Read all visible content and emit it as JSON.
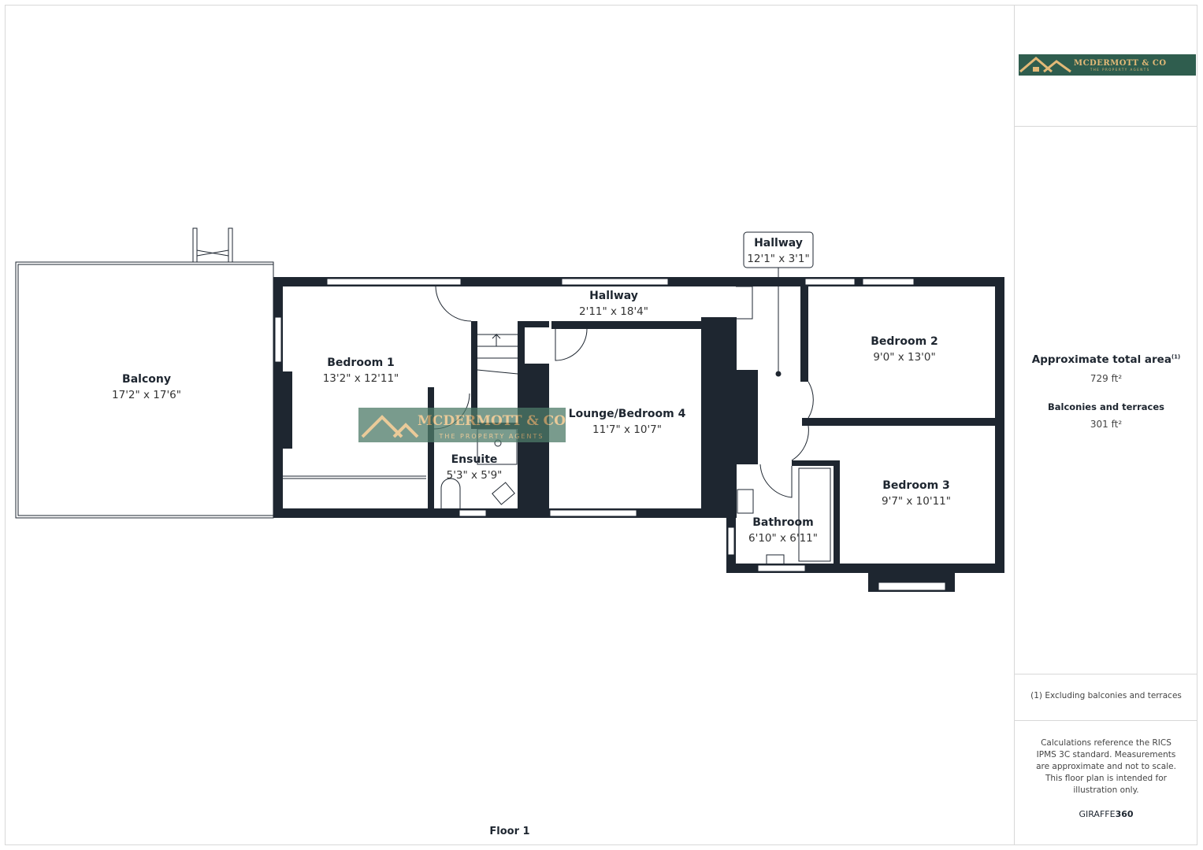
{
  "brand": {
    "name": "MCDERMOTT & CO",
    "tagline": "THE PROPERTY AGENTS",
    "colors": {
      "background": "#2f5d4e",
      "gold": "#e3b977"
    }
  },
  "plan": {
    "floor_label": "Floor 1",
    "wall_color": "#1e2630",
    "rooms": [
      {
        "name": "Balcony",
        "size": "17'2\" x 17'6\""
      },
      {
        "name": "Bedroom 1",
        "size": "13'2\" x 12'11\""
      },
      {
        "name": "Hallway",
        "size": "2'11\" x 18'4\""
      },
      {
        "name": "Lounge/Bedroom 4",
        "size": "11'7\" x 10'7\""
      },
      {
        "name": "Ensuite",
        "size": "5'3\" x 5'9\""
      },
      {
        "name": "Hallway",
        "size": "12'1\" x 3'1\""
      },
      {
        "name": "Bedroom 2",
        "size": "9'0\" x 13'0\""
      },
      {
        "name": "Bedroom 3",
        "size": "9'7\" x 10'11\""
      },
      {
        "name": "Bathroom",
        "size": "6'10\" x 6'11\""
      }
    ]
  },
  "summary": {
    "total_label": "Approximate total area",
    "total_footnote_mark": "(1)",
    "total_value": "729 ft²",
    "balconies_label": "Balconies and terraces",
    "balconies_value": "301 ft²",
    "footnote": "(1) Excluding balconies and terraces",
    "disclaimer": "Calculations reference the RICS IPMS 3C standard. Measurements are approximate and not to scale. This floor plan is intended for illustration only.",
    "provider_a": "GIRAFFE",
    "provider_b": "360"
  }
}
